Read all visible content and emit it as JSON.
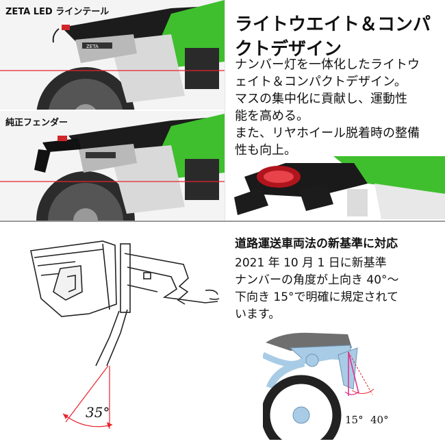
{
  "top": {
    "caption_zeta": "ZETA LED ラインテール",
    "caption_stock": "純正フェンダー",
    "brand_mark": "ZETA",
    "heading_lines": [
      "ライトウエイト＆コンパ",
      "クトデザイン"
    ],
    "body_lines": [
      "ナンバー灯を一体化したライトウ",
      "ェイト＆コンパクトデザイン。",
      "マスの集中化に貢献し、運動性",
      "能を高める。",
      "また、リヤホイール脱着時の整備",
      "性も向上。"
    ]
  },
  "bottom": {
    "heading": "道路運送車両法の新基準に対応",
    "body_lines": [
      "2021 年 10 月 1 日に新基準",
      "ナンバーの角度が上向き 40°〜",
      "下向き 15°で明確に規定されて",
      "います。"
    ],
    "angle_left": "35°",
    "angle_down": "15°",
    "angle_up": "40°"
  },
  "colors": {
    "bike_green": "#3fbf2e",
    "guide_red": "#e8222d",
    "diagram_blue": "#a9cce6",
    "angle_pink": "#e0338f"
  }
}
